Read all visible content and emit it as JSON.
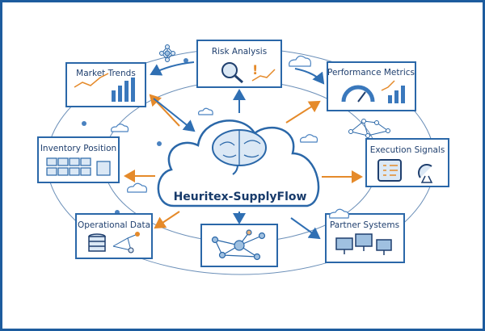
{
  "center": {
    "title": "Heuritex-SupplyFlow",
    "icon": "brain-icon"
  },
  "nodes": {
    "risk": "Risk Analysis",
    "market": "Market Trends",
    "performance": "Performance Metrics",
    "inventory": "Inventory Position",
    "execution": "Execution Signals",
    "operational": "Operational Data",
    "partner": "Partner Systems"
  },
  "colors": {
    "blue": "#2f6fb3",
    "orange": "#e58a2a",
    "frame": "#1d5c9e"
  }
}
